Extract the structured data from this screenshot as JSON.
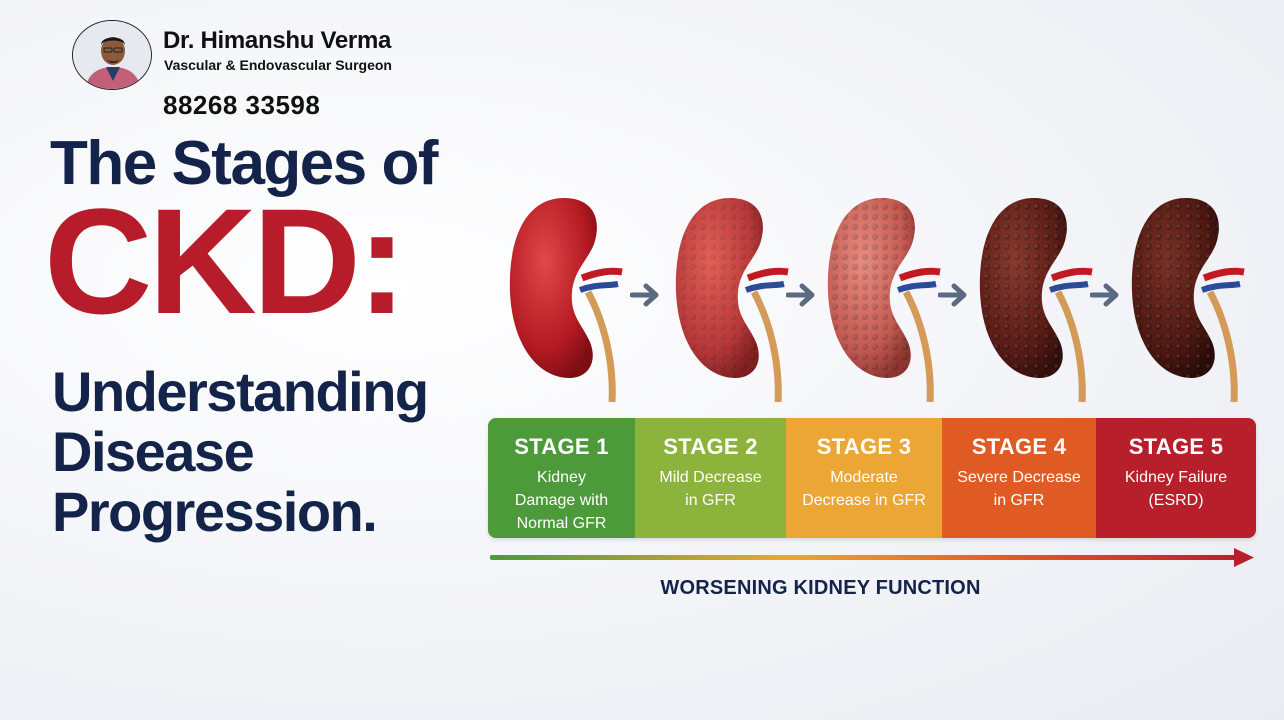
{
  "header": {
    "doctor_name": "Dr. Himanshu Verma",
    "doctor_title": "Vascular & Endovascular Surgeon",
    "phone": "88268 33598"
  },
  "title": {
    "line1": "The Stages of",
    "highlight": "CKD:",
    "sub_lines": [
      "Understanding",
      "Disease",
      "Progression."
    ]
  },
  "stages": [
    {
      "label": "STAGE 1",
      "desc_lines": [
        "Kidney",
        "Damage with",
        "Normal GFR"
      ],
      "color": "#4c9a3a"
    },
    {
      "label": "STAGE 2",
      "desc_lines": [
        "Mild Decrease",
        "in GFR"
      ],
      "color": "#8cb43c"
    },
    {
      "label": "STAGE 3",
      "desc_lines": [
        "Moderate",
        "Decrease in GFR"
      ],
      "color": "#eba636"
    },
    {
      "label": "STAGE 4",
      "desc_lines": [
        "Severe Decrease",
        "in GFR"
      ],
      "color": "#e05a24"
    },
    {
      "label": "STAGE 5",
      "desc_lines": [
        "Kidney Failure",
        "(ESRD)"
      ],
      "color": "#b7202a"
    }
  ],
  "progress_caption": "WORSENING KIDNEY FUNCTION",
  "colors": {
    "navy": "#14234a",
    "brand_red": "#b71c2b"
  },
  "icons": [
    "doctor-avatar",
    "kidney-icon",
    "right-arrow-icon"
  ]
}
